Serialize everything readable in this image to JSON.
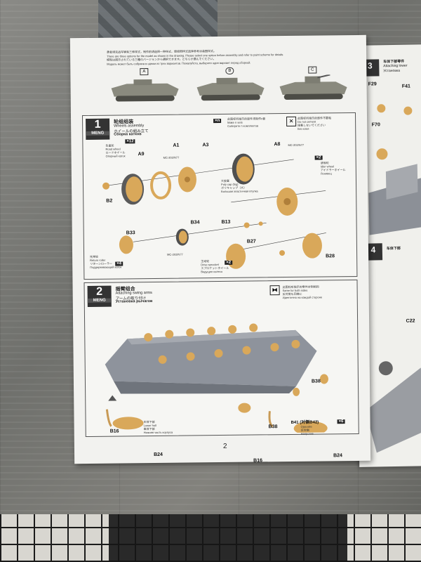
{
  "intro": {
    "text_cn": "勇者坦克战车辆有三种样式，制作前请选择一种样式，便按照样式选择参考涂装图样式。",
    "text_en": "There are three options for the model as shown in the drawing. Please select one option before assembly and refer to paint scheme for details",
    "text_jp": "模型は図示されている三種のバージョンから選択できます。どちらか選んでください。",
    "text_ru": "Модель может быть собрана в одном из трех вариантов. Пожалуйста, выберите один вариант перед сборкой.",
    "variants": [
      "A",
      "B",
      "C"
    ]
  },
  "step1": {
    "number": "1",
    "brand": "MENG",
    "title_cn": "轮组组装",
    "title_en": "Wheels assembly",
    "title_jp": "ホイールの組み立て",
    "title_ru": "Сборка катков",
    "note_xn": "×n",
    "note_cn": "此图标所指示的部件须制作n套",
    "note_en": "Make n sets",
    "note_ru": "Соберите n комплектов",
    "dont_cement_cn": "此图标所指示的部件不要粘",
    "dont_cement_en": "Do not cement",
    "dont_cement_jp": "接着しないでください",
    "dont_cement_ru": "Без клея",
    "road_wheel_qty": "×12",
    "road_wheel_cn": "负重轮",
    "road_wheel_en": "Road wheel",
    "road_wheel_jp": "ロードホイール",
    "road_wheel_ru": "Опорный каток",
    "idler_qty": "×2",
    "idler_cn": "诱导轮",
    "idler_en": "Idler wheel",
    "idler_jp": "アイドラーホイール",
    "idler_ru": "Ленивец",
    "polycap_cn": "大胶套",
    "polycap_en": "Poly cap (big)",
    "polycap_jp": "ポリキャップ（大）",
    "polycap_ru": "Большая эластичная втулка",
    "return_qty": "×4",
    "return_cn": "托带轮",
    "return_en": "Return roller",
    "return_jp": "リターンローラー",
    "return_ru": "Поддерживающий каток",
    "sprocket_qty": "×2",
    "sprocket_cn": "主动轮",
    "sprocket_en": "Drive sprocket",
    "sprocket_jp": "スプロケットホイール",
    "sprocket_ru": "Ведущее колесо",
    "parts": {
      "a9": "A9",
      "a1": "A1",
      "a3": "A3",
      "a8": "A8",
      "mc1": "MC-202/N77",
      "mc2": "MC-202/N77",
      "mc3": "MC-202/N77",
      "b2": "B2",
      "b13": "B13",
      "b34": "B34",
      "b33": "B33",
      "b27": "B27",
      "b28": "B28"
    }
  },
  "step2": {
    "number": "2",
    "brand": "MENG",
    "title_cn": "摇臂组合",
    "title_en": "Attaching swing arms",
    "title_jp": "アームの取り付け",
    "title_ru": "Установка рычагов",
    "note_cn": "此图标所指示的零件对侧相同",
    "note_en": "Same for both sides",
    "note_jp": "反対側も同様に",
    "note_ru": "Идентично на каждой стороне",
    "lower_hull_cn": "车体下部",
    "lower_hull_en": "Lower hull",
    "lower_hull_jp": "車体下部",
    "lower_hull_ru": "Нижняя часть корпуса",
    "b41_text": "B41 (对侧B42)",
    "opposite_en": "Opposite",
    "opposite_jp": "反対側",
    "opposite_ru": "Напротив",
    "b41_qty": "×6",
    "parts": {
      "b38a": "B38",
      "b38b": "B38",
      "b16a": "B16",
      "b16b": "B16",
      "b24a": "B24",
      "b24b": "B24"
    }
  },
  "page_number": "2",
  "right_page": {
    "step3_num": "3",
    "step3_cn": "车体下部零件",
    "step3_en": "Attaching lower",
    "step3_ru": "Установка",
    "f29": "F29",
    "f41": "F41",
    "f70": "F70",
    "step4_num": "4",
    "step4_cn": "车体下部",
    "c22": "C22"
  }
}
